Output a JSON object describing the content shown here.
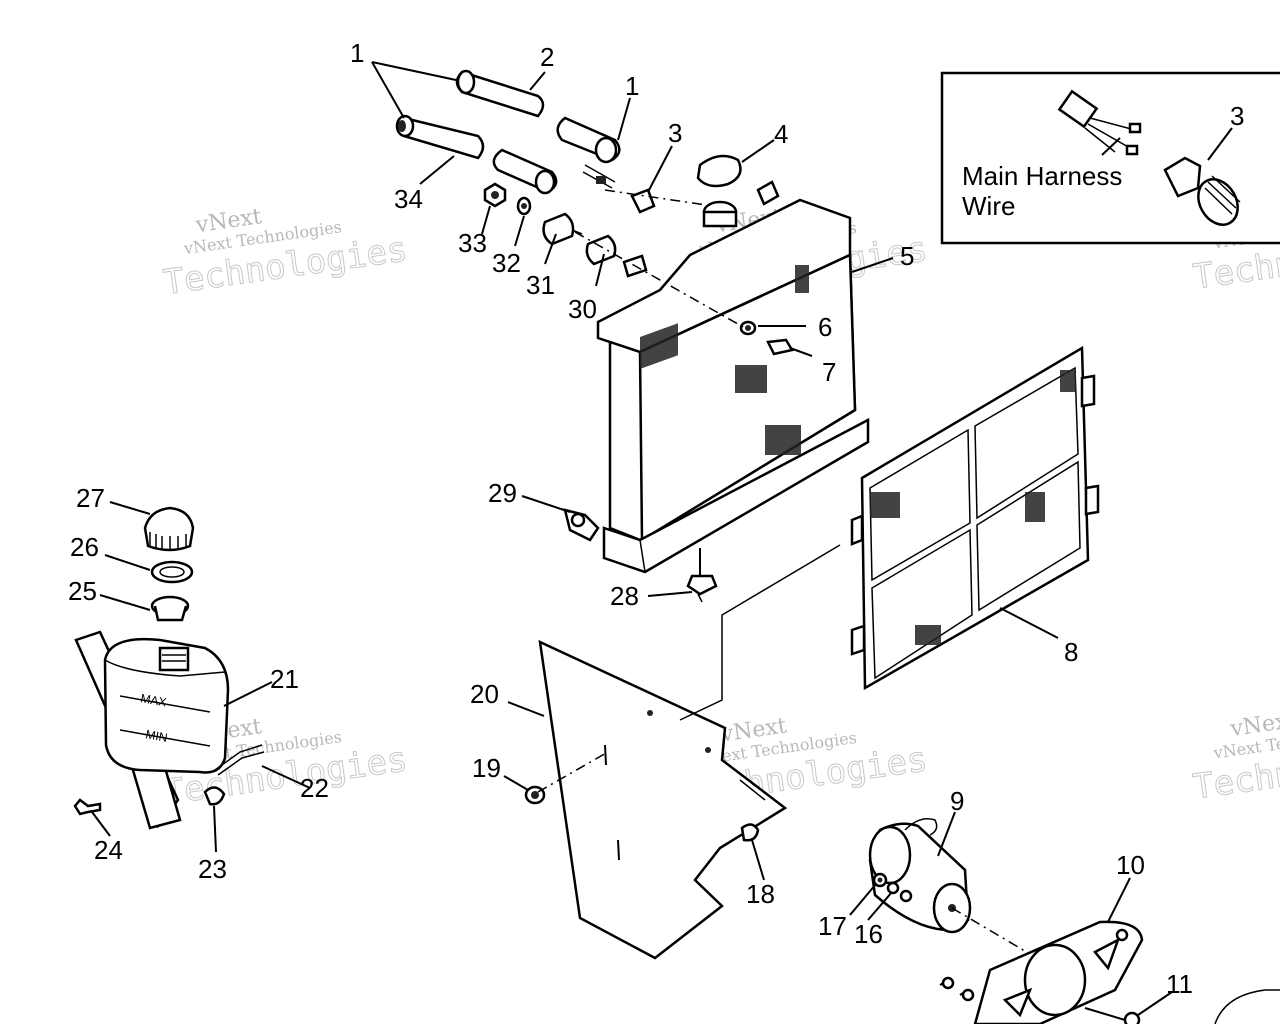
{
  "inset": {
    "label_line1": "Main Harness",
    "label_line2": "Wire",
    "callout": "3"
  },
  "callouts": {
    "c1a": "1",
    "c2": "2",
    "c1b": "1",
    "c3": "3",
    "c4": "4",
    "c5": "5",
    "c6": "6",
    "c7": "7",
    "c8": "8",
    "c9": "9",
    "c10": "10",
    "c11": "11",
    "c16": "16",
    "c17": "17",
    "c18": "18",
    "c19": "19",
    "c20": "20",
    "c21": "21",
    "c22": "22",
    "c23": "23",
    "c24": "24",
    "c25": "25",
    "c26": "26",
    "c27": "27",
    "c28": "28",
    "c29": "29",
    "c30": "30",
    "c31": "31",
    "c32": "32",
    "c33": "33",
    "c34": "34"
  },
  "tank_marks": {
    "max": "MAX",
    "min": "MIN"
  },
  "watermark": {
    "brand": "vNext",
    "company": "vNext Technologies",
    "word": "Technologies"
  }
}
